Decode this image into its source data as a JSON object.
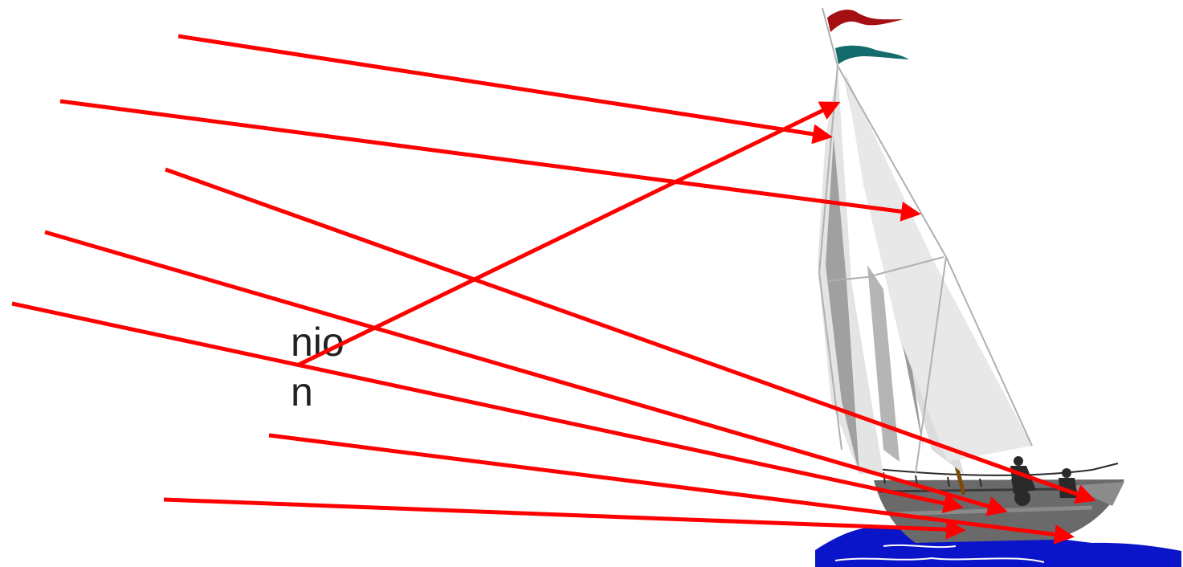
{
  "slide": {
    "clipped_text_line_1": "nio",
    "clipped_text_line_2": "n"
  },
  "colors": {
    "arrow": "#ff0000",
    "flag_top": "#a40f14",
    "flag_bottom": "#136b6b",
    "sail_light": "#e0e0e0",
    "sail_dark": "#9a9a9a",
    "hull": "#6a6a6a",
    "water": "#0a14c8",
    "rigging": "#b0b0b0"
  },
  "icons": {
    "boat": "sailboat-clipart",
    "arrow_head": "triangle-arrowhead"
  }
}
